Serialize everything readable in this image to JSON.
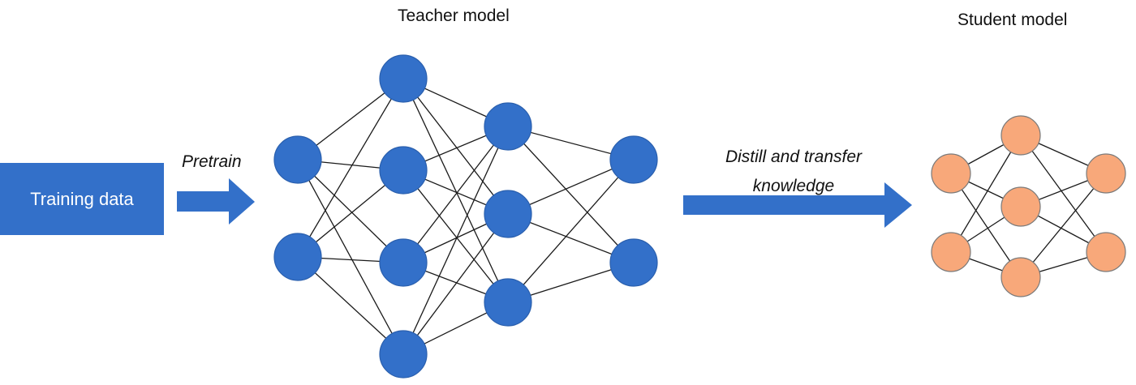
{
  "teacher": {
    "title": "Teacher model",
    "layer_sizes": [
      2,
      4,
      3,
      2
    ],
    "color": "#3370C9",
    "stroke": "#2A5FAD"
  },
  "student": {
    "title": "Student model",
    "layer_sizes": [
      2,
      3,
      2
    ],
    "color": "#F8A87A",
    "stroke": "#7a7a7a"
  },
  "training_data": {
    "label": "Training data",
    "color": "#3370C9"
  },
  "pretrain_arrow": {
    "label": "Pretrain",
    "color": "#3370C9"
  },
  "distill_arrow": {
    "label": "Distill and transfer knowledge",
    "color": "#3370C9"
  },
  "edge_color": "#1a1a1a"
}
